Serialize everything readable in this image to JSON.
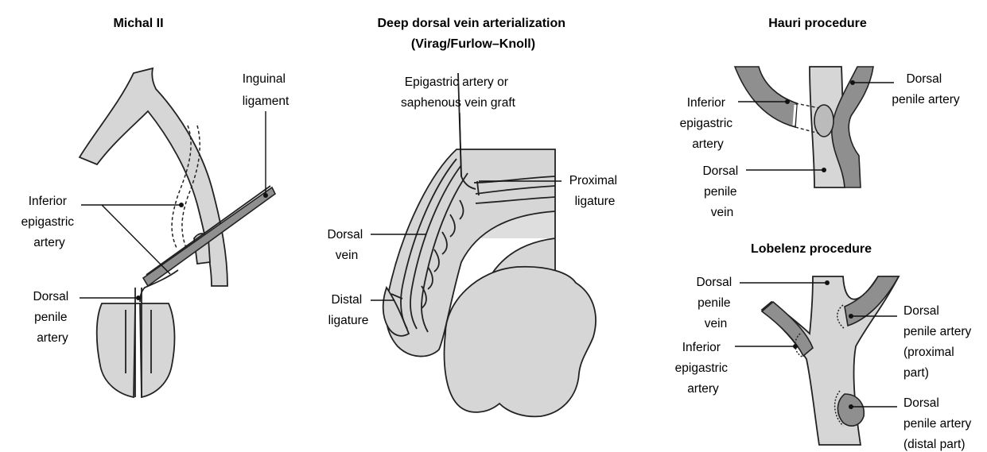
{
  "panels": {
    "michal": {
      "title": "Michal II",
      "labels": {
        "inguinal": [
          "Inguinal",
          "ligament"
        ],
        "inferior_epigastric": [
          "Inferior",
          "epigastric",
          "artery"
        ],
        "dorsal_penile": [
          "Dorsal",
          "penile",
          "artery"
        ]
      }
    },
    "virag": {
      "title_line1": "Deep dorsal vein arterialization",
      "title_line2": "(Virag/Furlow–Knoll)",
      "labels": {
        "graft": [
          "Epigastric artery or",
          "saphenous vein graft"
        ],
        "proximal": [
          "Proximal",
          "ligature"
        ],
        "dorsal_vein": [
          "Dorsal",
          "vein"
        ],
        "distal": [
          "Distal",
          "ligature"
        ]
      }
    },
    "hauri": {
      "title": "Hauri procedure",
      "labels": {
        "inferior_epigastric": [
          "Inferior",
          "epigastric",
          "artery"
        ],
        "dorsal_penile_artery": [
          "Dorsal",
          "penile artery"
        ],
        "dorsal_penile_vein": [
          "Dorsal",
          "penile",
          "vein"
        ]
      }
    },
    "lobelenz": {
      "title": "Lobelenz procedure",
      "labels": {
        "dorsal_penile_vein": [
          "Dorsal",
          "penile",
          "vein"
        ],
        "inferior_epigastric": [
          "Inferior",
          "epigastric",
          "artery"
        ],
        "artery_proximal": [
          "Dorsal",
          "penile artery",
          "(proximal",
          "part)"
        ],
        "artery_distal": [
          "Dorsal",
          "penile artery",
          "(distal part)"
        ]
      }
    }
  }
}
